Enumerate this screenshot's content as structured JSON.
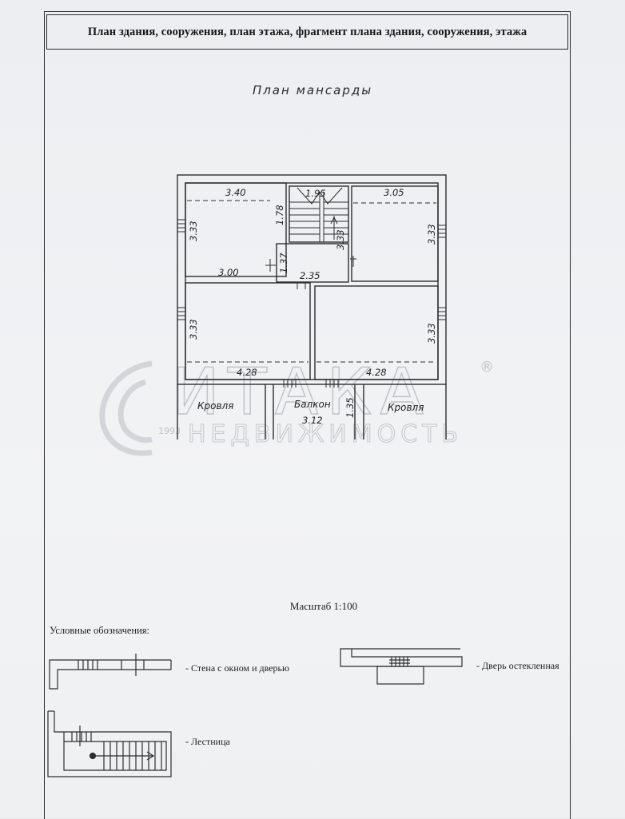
{
  "header": {
    "title": "План здания, сооружения, план этажа, фрагмент плана здания, сооружения, этажа"
  },
  "plan": {
    "title": "План мансарды",
    "dimensions": {
      "room_top_left_width": "3.40",
      "room_top_left_bottom": "3.00",
      "room_top_left_depth": "3.33",
      "stair_width": "1.95",
      "stair_length": "1.78",
      "stair_depth": "3.33",
      "hall_depth": "1.37",
      "hall_width": "2.35",
      "room_top_right_width": "3.05",
      "room_top_right_depth": "3.33",
      "room_bottom_left_depth": "3.33",
      "room_bottom_left_width": "4.28",
      "room_bottom_right_depth": "3.33",
      "room_bottom_right_width": "4.28",
      "balcony_width": "3.12",
      "balcony_depth": "1.35"
    },
    "labels": {
      "roof_left": "Кровля",
      "balcony": "Балкон",
      "roof_right": "Кровля"
    }
  },
  "watermark": {
    "brand": "ИТАКА",
    "sub": "НЕДВИЖИМОСТЬ",
    "year": "1993",
    "registered": "®"
  },
  "scale": "Масштаб 1:100",
  "legend": {
    "title": "Условные обозначения:",
    "items": [
      {
        "label": "- Стена с окном и дверью",
        "icon": "wall-window-door-symbol"
      },
      {
        "label": "- Дверь остекленная",
        "icon": "glazed-door-symbol"
      },
      {
        "label": "- Лестница",
        "icon": "stair-symbol"
      }
    ]
  }
}
